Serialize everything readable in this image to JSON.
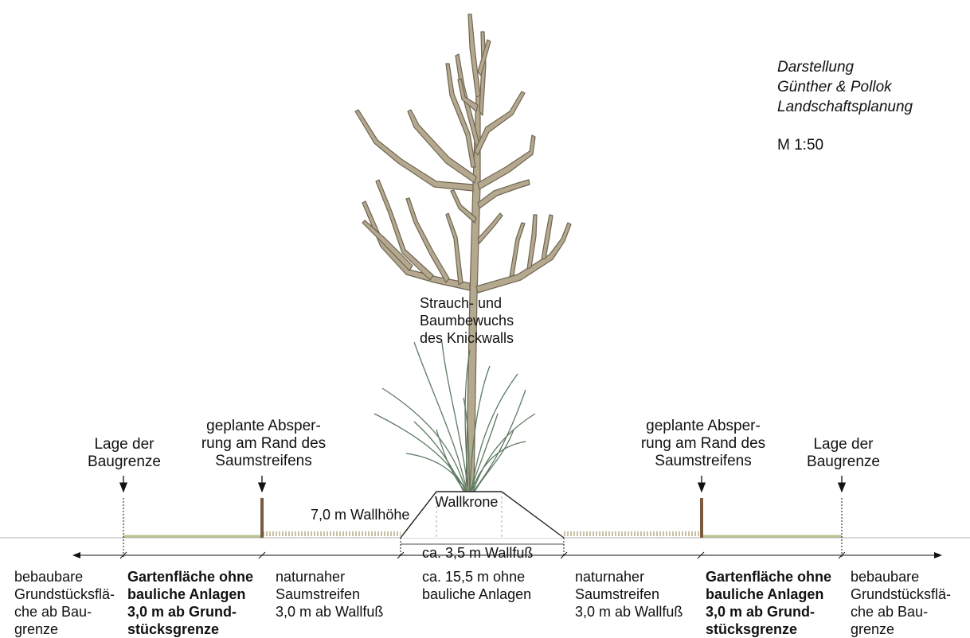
{
  "credit": {
    "lines": [
      "Darstellung",
      "Günther & Pollok",
      "Landschaftsplanung"
    ],
    "scale": "M 1:50"
  },
  "labels": {
    "vegetation": [
      "Strauch- und",
      "Baumbewuchs",
      "des Knickwalls"
    ],
    "baugrenze_left": [
      "Lage der",
      "Baugrenze"
    ],
    "baugrenze_right": [
      "Lage der",
      "Baugrenze"
    ],
    "absperrung_left": [
      "geplante Absper-",
      "rung am Rand des",
      "Saumstreifens"
    ],
    "absperrung_right": [
      "geplante Absper-",
      "rung am Rand des",
      "Saumstreifens"
    ],
    "wallhoehe": "7,0 m Wallhöhe",
    "wallkrone": "Wallkrone",
    "wallfuss": "ca. 3,5 m Wallfuß"
  },
  "zones": {
    "bebaubar_left": [
      "bebaubare",
      "Grundstücksflä-",
      "che ab Bau-",
      "grenze"
    ],
    "garten_left": [
      "Gartenfläche ohne",
      "bauliche Anlagen",
      "3,0 m ab Grund-",
      "stücksgrenze"
    ],
    "saum_left": [
      "naturnaher",
      "Saumstreifen",
      "3,0 m ab Wallfuß"
    ],
    "center": [
      "ca. 15,5 m ohne",
      "bauliche Anlagen"
    ],
    "saum_right": [
      "naturnaher",
      "Saumstreifen",
      "3,0 m ab Wallfuß"
    ],
    "garten_right": [
      "Gartenfläche ohne",
      "bauliche Anlagen",
      "3,0 m ab Grund-",
      "stücksgrenze"
    ],
    "bebaubar_right": [
      "bebaubare",
      "Grundstücksflä-",
      "che ab Bau-",
      "grenze"
    ]
  },
  "colors": {
    "tree": "#b4a98f",
    "tree_outline": "#6f6552",
    "grass": "#5e7a62",
    "post": "#7a5a40",
    "ground_grass": "#b9c48e"
  }
}
